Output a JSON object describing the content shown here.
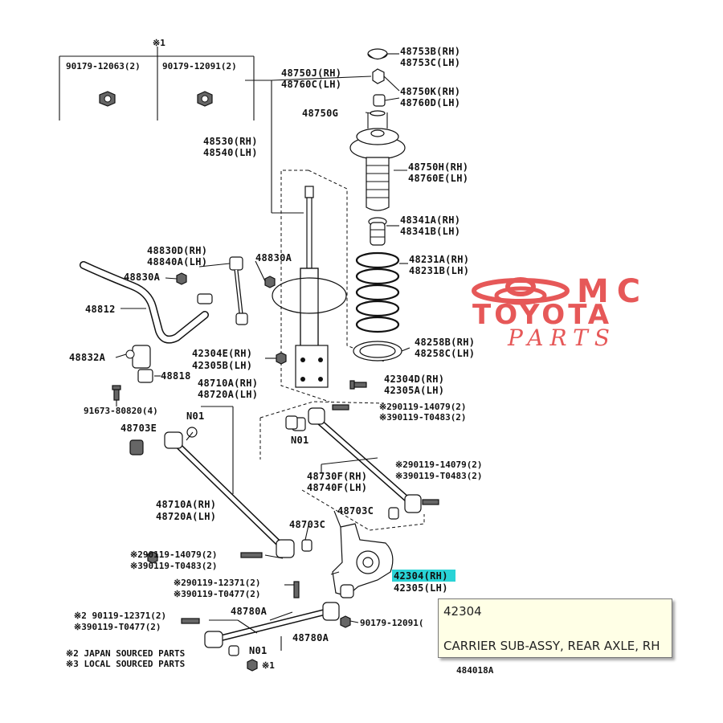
{
  "callouts": [
    {
      "id": "c-90179-12063",
      "text": "90179-12063(2)"
    },
    {
      "id": "c-90179-12091-top",
      "text": "90179-12091(2)"
    },
    {
      "id": "c-note1-top",
      "text": "※1"
    },
    {
      "id": "c-48753B",
      "text": "48753B(RH)"
    },
    {
      "id": "c-48753C",
      "text": "48753C(LH)"
    },
    {
      "id": "c-48750J",
      "text": "48750J(RH)"
    },
    {
      "id": "c-48760C",
      "text": "48760C(LH)"
    },
    {
      "id": "c-48750K",
      "text": "48750K(RH)"
    },
    {
      "id": "c-48760D",
      "text": "48760D(LH)"
    },
    {
      "id": "c-48750G",
      "text": "48750G"
    },
    {
      "id": "c-48530",
      "text": "48530(RH)"
    },
    {
      "id": "c-48540",
      "text": "48540(LH)"
    },
    {
      "id": "c-48750H",
      "text": "48750H(RH)"
    },
    {
      "id": "c-48760E",
      "text": "48760E(LH)"
    },
    {
      "id": "c-48341A",
      "text": "48341A(RH)"
    },
    {
      "id": "c-48341B",
      "text": "48341B(LH)"
    },
    {
      "id": "c-48830D",
      "text": "48830D(RH)"
    },
    {
      "id": "c-48840A",
      "text": "48840A(LH)"
    },
    {
      "id": "c-48830A-mid",
      "text": "48830A"
    },
    {
      "id": "c-48231A",
      "text": "48231A(RH)"
    },
    {
      "id": "c-48231B",
      "text": "48231B(LH)"
    },
    {
      "id": "c-48830A-left",
      "text": "48830A"
    },
    {
      "id": "c-48812",
      "text": "48812"
    },
    {
      "id": "c-48258B",
      "text": "48258B(RH)"
    },
    {
      "id": "c-48258C",
      "text": "48258C(LH)"
    },
    {
      "id": "c-48832A",
      "text": "48832A"
    },
    {
      "id": "c-42304E",
      "text": "42304E(RH)"
    },
    {
      "id": "c-42305B",
      "text": "42305B(LH)"
    },
    {
      "id": "c-48818",
      "text": "48818"
    },
    {
      "id": "c-48710A-top",
      "text": "48710A(RH)"
    },
    {
      "id": "c-48720A-top",
      "text": "48720A(LH)"
    },
    {
      "id": "c-42304D",
      "text": "42304D(RH)"
    },
    {
      "id": "c-42305A",
      "text": "42305A(LH)"
    },
    {
      "id": "c-91673",
      "text": "91673-80820(4)"
    },
    {
      "id": "c-n01-a",
      "text": "N01"
    },
    {
      "id": "c-n1-14079-a",
      "text": "※290119-14079(2)"
    },
    {
      "id": "c-n1-T0483-a",
      "text": "※390119-T0483(2)"
    },
    {
      "id": "c-48703E",
      "text": "48703E"
    },
    {
      "id": "c-n01-b",
      "text": "N01"
    },
    {
      "id": "c-n1-14079-b",
      "text": "※290119-14079(2)"
    },
    {
      "id": "c-n1-T0483-b",
      "text": "※390119-T0483(2)"
    },
    {
      "id": "c-48730F",
      "text": "48730F(RH)"
    },
    {
      "id": "c-48740F",
      "text": "48740F(LH)"
    },
    {
      "id": "c-48710A-bot",
      "text": "48710A(RH)"
    },
    {
      "id": "c-48720A-bot",
      "text": "48720A(LH)"
    },
    {
      "id": "c-48703C-right",
      "text": "48703C"
    },
    {
      "id": "c-48703C-left",
      "text": "48703C"
    },
    {
      "id": "c-n1-14079-c",
      "text": "※290119-14079(2)"
    },
    {
      "id": "c-n1-T0483-c",
      "text": "※390119-T0483(2)"
    },
    {
      "id": "c-42304",
      "text": "42304(RH)"
    },
    {
      "id": "c-42305",
      "text": "42305(LH)"
    },
    {
      "id": "c-n1-12371-a",
      "text": "※290119-12371(2)"
    },
    {
      "id": "c-n1-T0477-a",
      "text": "※390119-T0477(2)"
    },
    {
      "id": "c-n1-12371-b",
      "text": "※2 90119-12371(2)"
    },
    {
      "id": "c-n1-T0477-b",
      "text": "※390119-T0477(2)"
    },
    {
      "id": "c-48780A-top",
      "text": "48780A"
    },
    {
      "id": "c-90179-12091-bot",
      "text": "90179-12091("
    },
    {
      "id": "c-48780A-right",
      "text": "48780A"
    },
    {
      "id": "c-n01-c",
      "text": "N01"
    },
    {
      "id": "c-note1-bot",
      "text": "※1"
    }
  ],
  "notes": {
    "japan": "※2 JAPAN SOURCED PARTS",
    "local": "※3 LOCAL SOURCED PARTS"
  },
  "figure_id": "484018A",
  "watermark": {
    "line1": "MC",
    "line2": "TOYOTA",
    "line3": "PARTS",
    "color": "#e23b3b"
  },
  "tooltip": {
    "part_number": "42304",
    "description": "CARRIER SUB-ASSY, REAR AXLE, RH"
  },
  "highlight_color": "#29d3d6"
}
